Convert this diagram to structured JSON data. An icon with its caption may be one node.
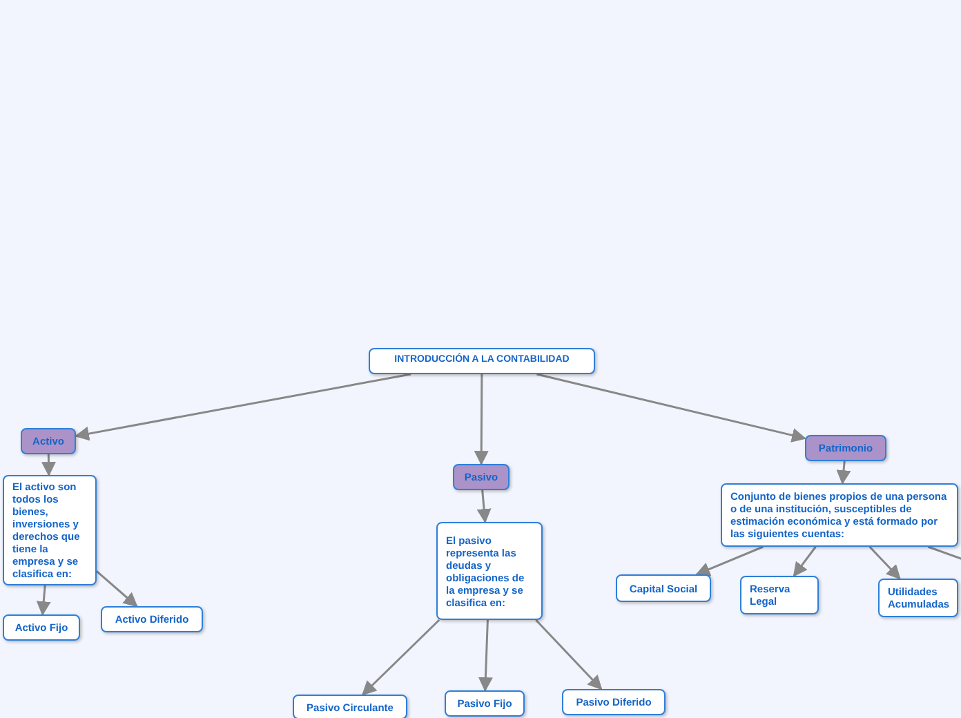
{
  "diagram": {
    "nodes": [
      {
        "text": [
          "INTRODUCCIÓN A LA CONTABILIDAD"
        ]
      },
      {
        "text": [
          "Activo"
        ]
      },
      {
        "text": [
          "Pasivo"
        ]
      },
      {
        "text": [
          "Patrimonio"
        ]
      },
      {
        "text": [
          "El activo son todos los bienes, inversiones y derechos que tiene la empresa y se clasifica en:"
        ]
      },
      {
        "text": [
          "Activo Fijo"
        ]
      },
      {
        "text": [
          "Activo Diferido"
        ]
      },
      {
        "text": [
          "El pasivo representa las deudas y obligaciones de la empresa y se clasifica en:"
        ]
      },
      {
        "text": [
          "Pasivo Circulante"
        ]
      },
      {
        "text": [
          "Pasivo Fijo"
        ]
      },
      {
        "text": [
          "Pasivo Diferido"
        ]
      },
      {
        "text": [
          "Conjunto de bienes propios de una persona o de una institución, susceptibles de estimación económica y está formado por las siguientes cuentas:"
        ]
      },
      {
        "text": [
          "Capital Social"
        ]
      },
      {
        "text": [
          "Reserva Legal"
        ]
      },
      {
        "text": [
          "Utilidades Acumuladas"
        ]
      }
    ],
    "edges": [
      {
        "from": 0,
        "to": 1,
        "arrow": "to"
      },
      {
        "from": 0,
        "to": 2,
        "arrow": "to"
      },
      {
        "from": 0,
        "to": 3,
        "arrow": "to"
      },
      {
        "from": 1,
        "to": 4,
        "arrow": "to"
      },
      {
        "from": 4,
        "to": 5,
        "arrow": "to"
      },
      {
        "from": 4,
        "to": 6,
        "arrow": "to"
      },
      {
        "from": 2,
        "to": 7,
        "arrow": "to"
      },
      {
        "from": 7,
        "to": 8,
        "arrow": "to"
      },
      {
        "from": 7,
        "to": 9,
        "arrow": "to"
      },
      {
        "from": 7,
        "to": 10,
        "arrow": "to"
      },
      {
        "from": 3,
        "to": 11,
        "arrow": "to"
      },
      {
        "from": 11,
        "to": 12,
        "arrow": "to"
      },
      {
        "from": 11,
        "to": 13,
        "arrow": "to"
      },
      {
        "from": 11,
        "to": 14,
        "arrow": "to"
      },
      {
        "from": 11,
        "to": null,
        "arrow": "none"
      }
    ]
  }
}
